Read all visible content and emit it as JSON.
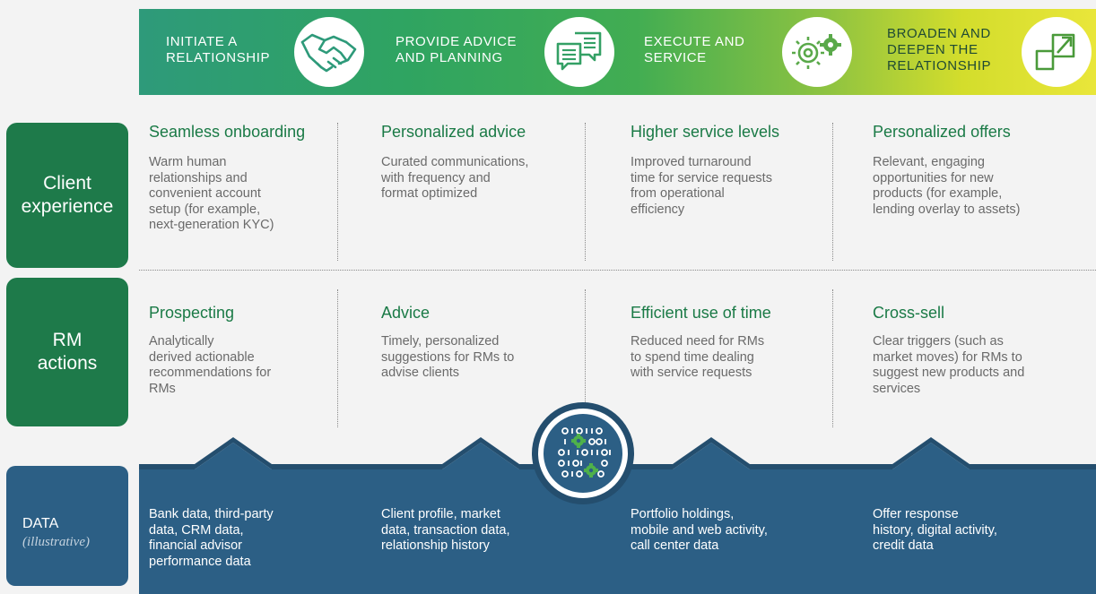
{
  "stages": [
    {
      "label": "INITIATE A\nRELATIONSHIP",
      "icon": "handshake-icon"
    },
    {
      "label": "PROVIDE ADVICE\nAND PLANNING",
      "icon": "chat-bubbles-icon"
    },
    {
      "label": "EXECUTE AND\nSERVICE",
      "icon": "gears-icon"
    },
    {
      "label": "BROADEN AND\nDEEPEN THE\nRELATIONSHIP",
      "icon": "expand-arrow-icon"
    }
  ],
  "rows": {
    "client_experience": {
      "label": "Client\nexperience",
      "cells": [
        {
          "title": "Seamless onboarding",
          "body": "Warm human\nrelationships and\nconvenient account\nsetup (for example,\nnext-generation KYC)"
        },
        {
          "title": "Personalized advice",
          "body": "Curated communications,\nwith frequency and\nformat optimized"
        },
        {
          "title": "Higher service levels",
          "body": "Improved turnaround\ntime for service requests\nfrom operational\nefficiency"
        },
        {
          "title": "Personalized offers",
          "body": "Relevant, engaging\nopportunities for new\nproducts (for example,\nlending overlay to assets)"
        }
      ]
    },
    "rm_actions": {
      "label": "RM\nactions",
      "cells": [
        {
          "title": "Prospecting",
          "body": "Analytically\nderived actionable\nrecommendations for\nRMs"
        },
        {
          "title": "Advice",
          "body": "Timely, personalized\nsuggestions for RMs to\nadvise clients"
        },
        {
          "title": "Efficient use of time",
          "body": "Reduced need for RMs\nto spend time dealing\nwith service requests"
        },
        {
          "title": "Cross-sell",
          "body": "Clear triggers (such as\nmarket moves) for RMs to\nsuggest new products and\nservices"
        }
      ]
    }
  },
  "data_section": {
    "label": "DATA",
    "sublabel": "(illustrative)",
    "icon": "binary-data-gears-icon",
    "items": [
      "Bank data, third-party\ndata, CRM data,\nfinancial advisor\nperformance data",
      "Client profile, market\ndata, transaction data,\nrelationship history",
      "Portfolio holdings,\nmobile and web activity,\ncall center data",
      "Offer response\nhistory, digital activity,\ncredit data"
    ]
  },
  "colors": {
    "row_label_green": "#1e7a4a",
    "title_green": "#1a7a46",
    "data_blue": "#2c5f85",
    "data_blue_dark": "#244e6e"
  }
}
